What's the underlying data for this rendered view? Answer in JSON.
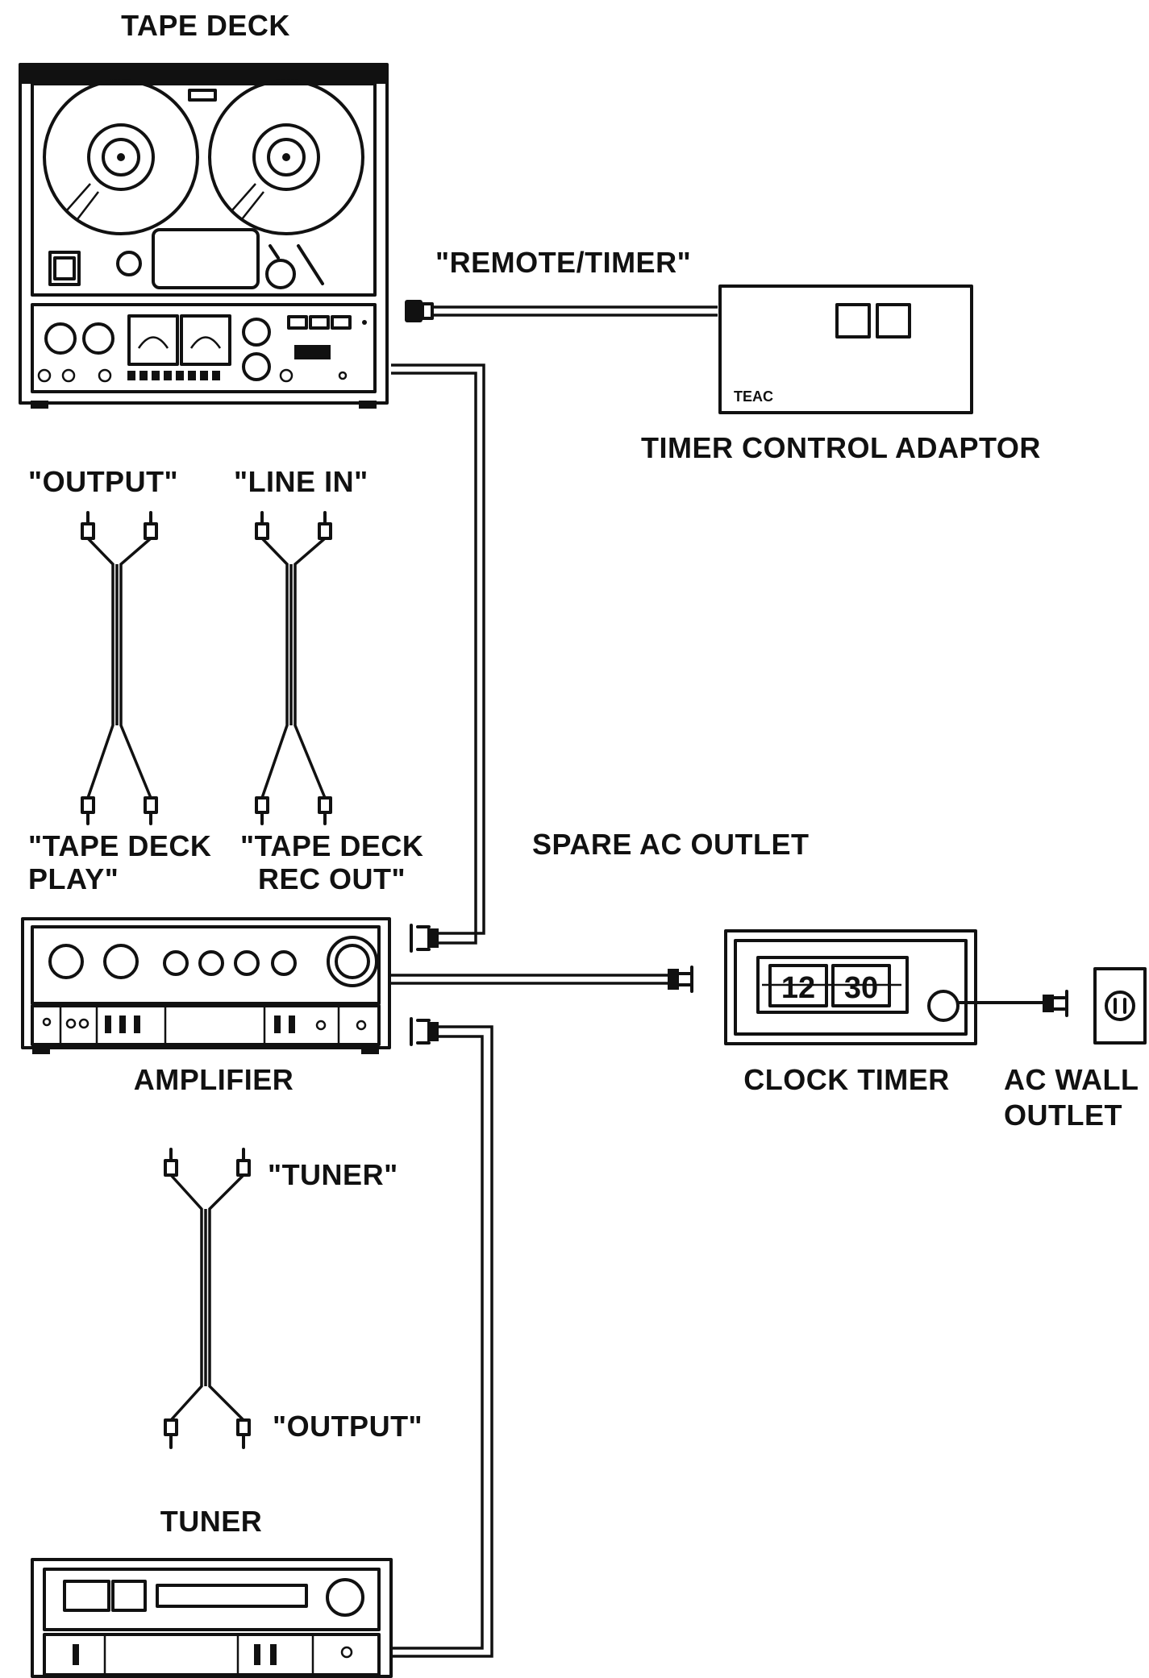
{
  "labels": {
    "tape_deck": "TAPE DECK",
    "remote_timer": "\"REMOTE/TIMER\"",
    "timer_adaptor": "TIMER CONTROL ADAPTOR",
    "adaptor_brand": "TEAC",
    "output_top": "\"OUTPUT\"",
    "line_in": "\"LINE IN\"",
    "tape_deck_play_1": "\"TAPE DECK",
    "tape_deck_play_2": "PLAY\"",
    "tape_deck_rec_1": "\"TAPE DECK",
    "tape_deck_rec_2": "REC OUT\"",
    "spare_ac": "SPARE AC OUTLET",
    "amplifier": "AMPLIFIER",
    "clock_timer": "CLOCK TIMER",
    "clock_hour": "12",
    "clock_min": "30",
    "ac_wall_1": "AC WALL",
    "ac_wall_2": "OUTLET",
    "tuner_cable": "\"TUNER\"",
    "output_bottom": "\"OUTPUT\"",
    "tuner": "TUNER"
  }
}
